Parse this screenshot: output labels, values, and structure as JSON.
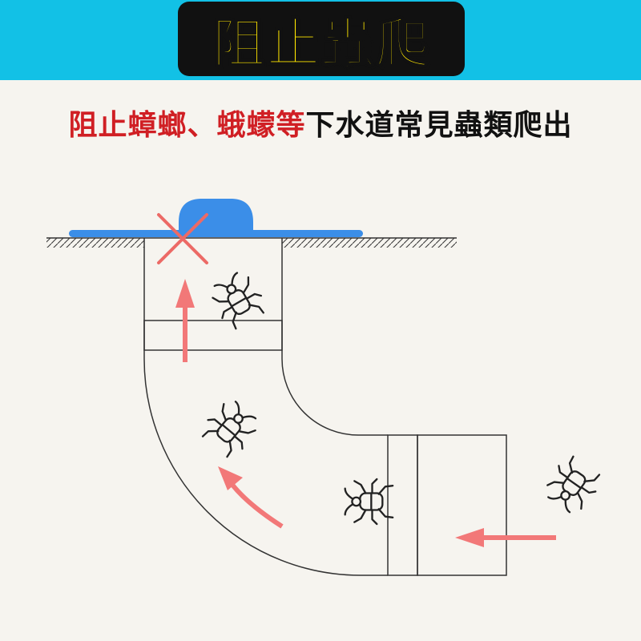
{
  "header": {
    "title": "阻止蟲爬"
  },
  "subtitle": {
    "highlight": "阻止蟑螂、蛾蠓等",
    "rest": "下水道常見蟲類爬出"
  },
  "colors": {
    "banner_bg": "#12c1e6",
    "title_fill": "#ffe600",
    "highlight_text": "#d01f24",
    "drain_cap": "#3b8ee8",
    "arrow": "#f27878",
    "cross": "#ec6a66"
  },
  "icons": [
    "bug-icon",
    "up-arrow-icon",
    "curved-arrow-icon",
    "left-arrow-icon",
    "blocked-x-icon",
    "drain-cap-icon"
  ]
}
